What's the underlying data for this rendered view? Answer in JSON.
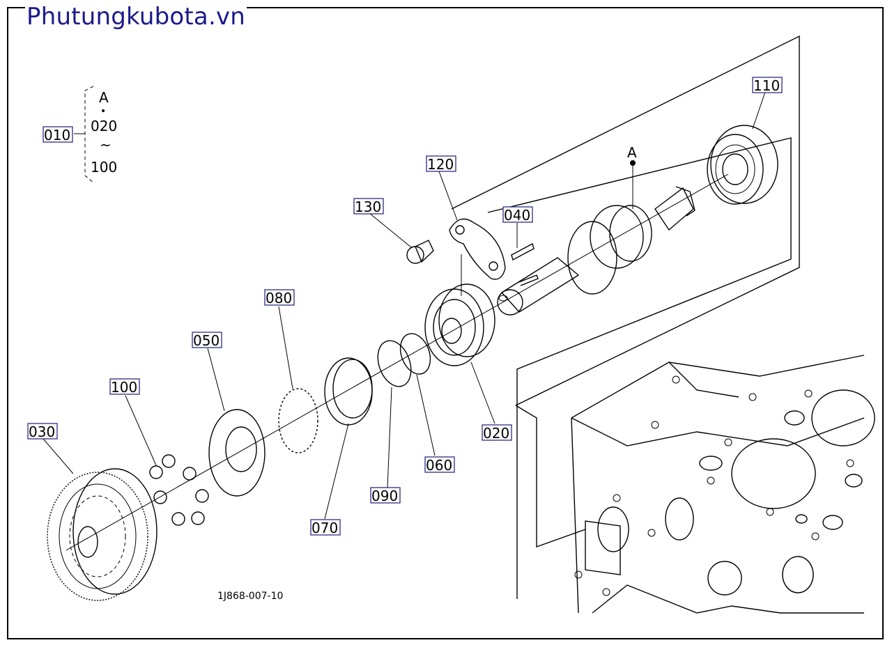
{
  "site": {
    "title": "Phutungkubota.vn"
  },
  "drawing": {
    "code": "1J868-007-10",
    "ref_mark": "A",
    "group": {
      "label": "010",
      "lines": [
        "A",
        "•",
        "020",
        "~",
        "100"
      ]
    },
    "parts": [
      {
        "id": "010"
      },
      {
        "id": "020"
      },
      {
        "id": "030"
      },
      {
        "id": "040"
      },
      {
        "id": "050"
      },
      {
        "id": "060"
      },
      {
        "id": "070"
      },
      {
        "id": "080"
      },
      {
        "id": "090"
      },
      {
        "id": "100"
      },
      {
        "id": "110"
      },
      {
        "id": "120"
      },
      {
        "id": "130"
      }
    ]
  },
  "colors": {
    "title": "#1a1a8c",
    "label_border": "#1a1a7a",
    "line": "#000000"
  }
}
